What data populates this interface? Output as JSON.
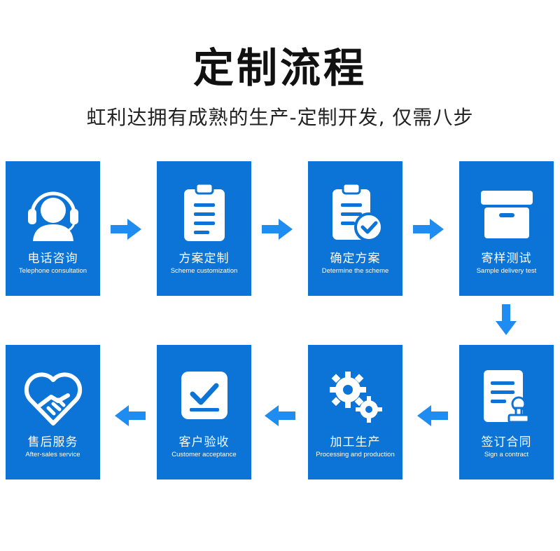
{
  "header": {
    "title": "定制流程",
    "subtitle": "虹利达拥有成熟的生产-定制开发, 仅需八步"
  },
  "steps": [
    {
      "cn": "电话咨询",
      "en": "Telephone consultation",
      "icon": "headset-icon"
    },
    {
      "cn": "方案定制",
      "en": "Scheme customization",
      "icon": "clipboard-icon"
    },
    {
      "cn": "确定方案",
      "en": "Determine the scheme",
      "icon": "clipboard-check-icon"
    },
    {
      "cn": "寄样测试",
      "en": "Sample delivery test",
      "icon": "box-icon"
    },
    {
      "cn": "签订合同",
      "en": "Sign a contract",
      "icon": "contract-stamp-icon"
    },
    {
      "cn": "加工生产",
      "en": "Processing and production",
      "icon": "gears-icon"
    },
    {
      "cn": "客户验收",
      "en": "Customer acceptance",
      "icon": "checkbox-icon"
    },
    {
      "cn": "售后服务",
      "en": "After-sales service",
      "icon": "handshake-heart-icon"
    }
  ],
  "colors": {
    "card": "#0b74d6",
    "arrow": "#1e8cf0",
    "text": "#111111"
  }
}
